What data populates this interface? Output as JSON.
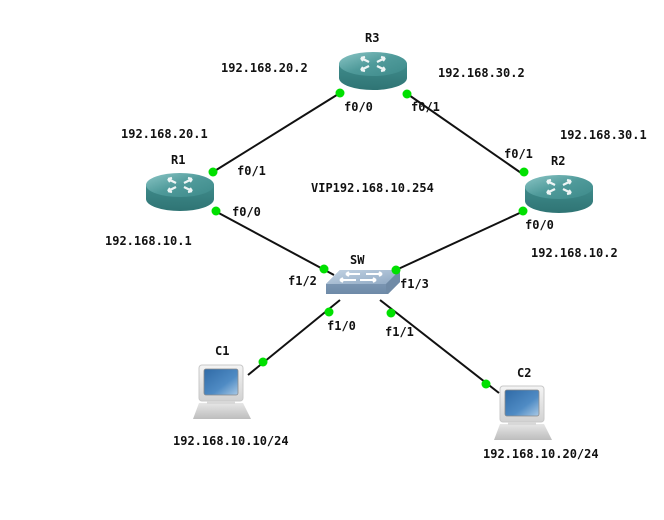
{
  "colors": {
    "link": "#111111",
    "port_dot": "#00e000",
    "router_top": "#5aa3a3",
    "router_side": "#3a8585",
    "switch_top": "#9bb3cc",
    "switch_side": "#7f9bb8",
    "pc_screen": "#3f7db8"
  },
  "devices": {
    "r1": {
      "name": "R1",
      "type": "router",
      "icon": "router-icon"
    },
    "r2": {
      "name": "R2",
      "type": "router",
      "icon": "router-icon"
    },
    "r3": {
      "name": "R3",
      "type": "router",
      "icon": "router-icon"
    },
    "sw": {
      "name": "SW",
      "type": "switch",
      "icon": "switch-icon"
    },
    "c1": {
      "name": "C1",
      "type": "pc",
      "icon": "computer-icon"
    },
    "c2": {
      "name": "C2",
      "type": "pc",
      "icon": "computer-icon"
    }
  },
  "ports": {
    "r3_f00": "f0/0",
    "r3_f01": "f0/1",
    "r1_f01": "f0/1",
    "r1_f00": "f0/0",
    "r2_f01": "f0/1",
    "r2_f00": "f0/0",
    "sw_f12": "f1/2",
    "sw_f13": "f1/3",
    "sw_f10": "f1/0",
    "sw_f11": "f1/1"
  },
  "addresses": {
    "r3_f00": "192.168.20.2",
    "r3_f01": "192.168.30.2",
    "r1_f01": "192.168.20.1",
    "r1_f00": "192.168.10.1",
    "r2_f01": "192.168.30.1",
    "r2_f00": "192.168.10.2",
    "vip": "VIP192.168.10.254",
    "c1": "192.168.10.10/24",
    "c2": "192.168.10.20/24"
  },
  "links": [
    {
      "from": "R1 f0/1",
      "to": "R3 f0/0"
    },
    {
      "from": "R3 f0/1",
      "to": "R2 f0/1"
    },
    {
      "from": "R1 f0/0",
      "to": "SW f1/2"
    },
    {
      "from": "R2 f0/0",
      "to": "SW f1/3"
    },
    {
      "from": "SW f1/0",
      "to": "C1"
    },
    {
      "from": "SW f1/1",
      "to": "C2"
    }
  ]
}
